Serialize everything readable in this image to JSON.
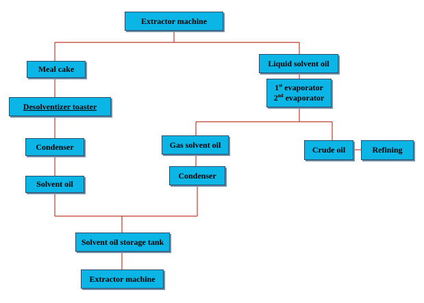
{
  "nodes": {
    "extractor_top": "Extractor machine",
    "meal_cake": "Meal cake",
    "desolventizer": "Desolventizer toaster",
    "condenser_left": "Condenser",
    "solvent_oil": "Solvent oil",
    "liquid_solvent_oil": "Liquid solvent oil",
    "evaporator_1_num": "1",
    "evaporator_1_sup": "st",
    "evaporator_1_text": " evaporator",
    "evaporator_2_num": "2",
    "evaporator_2_sup": "nd",
    "evaporator_2_text": " evaporator",
    "gas_solvent_oil": "Gas solvent oil",
    "condenser_mid": "Condenser",
    "crude_oil": "Crude oil",
    "refining": "Refining",
    "storage_tank": "Solvent oil storage tank",
    "extractor_bottom": "Extractor machine"
  },
  "colors": {
    "box_fill": "#0bb5e6",
    "connector": "#c0392b"
  }
}
